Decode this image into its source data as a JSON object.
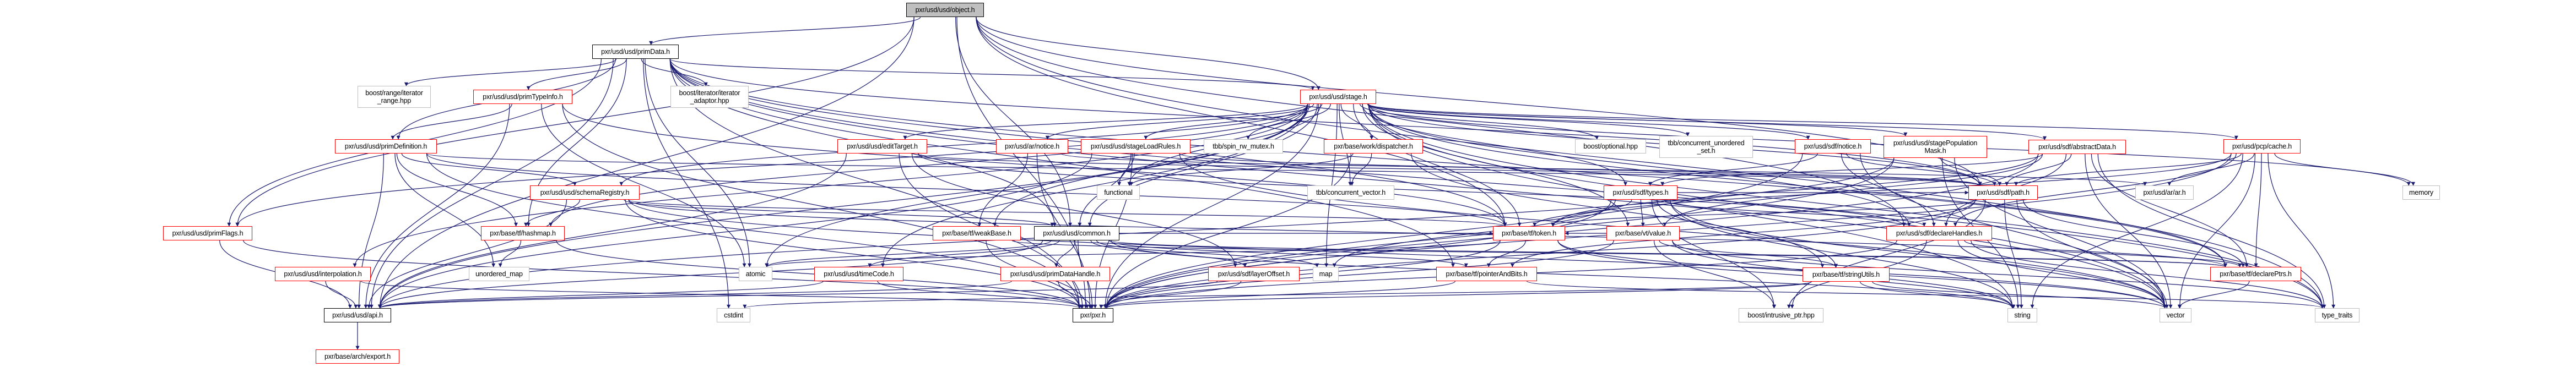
{
  "edge_color": "#191970",
  "colors": {
    "truncated_border": "#ff0000",
    "normal_border": "#000000",
    "external_border": "#bfbfbf",
    "root_fill": "#bfbfbf"
  },
  "nodes": [
    {
      "id": "object",
      "label": "pxr/usd/usd/object.h",
      "kind": "root"
    },
    {
      "id": "primData",
      "label": "pxr/usd/usd/primData.h",
      "kind": "normal"
    },
    {
      "id": "iterRange",
      "label": "boost/range/iterator\n_range.hpp",
      "kind": "external"
    },
    {
      "id": "primTypeInfo",
      "label": "pxr/usd/usd/primTypeInfo.h",
      "kind": "truncated"
    },
    {
      "id": "iterAdaptor",
      "label": "boost/iterator/iterator\n_adaptor.hpp",
      "kind": "external"
    },
    {
      "id": "stage",
      "label": "pxr/usd/usd/stage.h",
      "kind": "truncated"
    },
    {
      "id": "primDefinition",
      "label": "pxr/usd/usd/primDefinition.h",
      "kind": "truncated"
    },
    {
      "id": "editTarget",
      "label": "pxr/usd/usd/editTarget.h",
      "kind": "truncated"
    },
    {
      "id": "arNotice",
      "label": "pxr/usd/ar/notice.h",
      "kind": "truncated"
    },
    {
      "id": "stageLoadRules",
      "label": "pxr/usd/usd/stageLoadRules.h",
      "kind": "truncated"
    },
    {
      "id": "spinMutex",
      "label": "tbb/spin_rw_mutex.h",
      "kind": "external"
    },
    {
      "id": "dispatcher",
      "label": "pxr/base/work/dispatcher.h",
      "kind": "truncated"
    },
    {
      "id": "optional",
      "label": "boost/optional.hpp",
      "kind": "external"
    },
    {
      "id": "concUnorderedSet",
      "label": "tbb/concurrent_unordered\n_set.h",
      "kind": "external"
    },
    {
      "id": "sdfNotice",
      "label": "pxr/usd/sdf/notice.h",
      "kind": "truncated"
    },
    {
      "id": "popMask",
      "label": "pxr/usd/usd/stagePopulation\nMask.h",
      "kind": "truncated"
    },
    {
      "id": "abstractData",
      "label": "pxr/usd/sdf/abstractData.h",
      "kind": "truncated"
    },
    {
      "id": "pcpCache",
      "label": "pxr/usd/pcp/cache.h",
      "kind": "truncated"
    },
    {
      "id": "schemaRegistry",
      "label": "pxr/usd/usd/schemaRegistry.h",
      "kind": "truncated"
    },
    {
      "id": "functional",
      "label": "functional",
      "kind": "external"
    },
    {
      "id": "concVector",
      "label": "tbb/concurrent_vector.h",
      "kind": "external"
    },
    {
      "id": "types",
      "label": "pxr/usd/sdf/types.h",
      "kind": "truncated"
    },
    {
      "id": "path",
      "label": "pxr/usd/sdf/path.h",
      "kind": "truncated"
    },
    {
      "id": "arAr",
      "label": "pxr/usd/ar/ar.h",
      "kind": "external"
    },
    {
      "id": "memory",
      "label": "memory",
      "kind": "external"
    },
    {
      "id": "primFlags",
      "label": "pxr/usd/usd/primFlags.h",
      "kind": "truncated"
    },
    {
      "id": "hashmap",
      "label": "pxr/base/tf/hashmap.h",
      "kind": "truncated"
    },
    {
      "id": "weakBase",
      "label": "pxr/base/tf/weakBase.h",
      "kind": "truncated"
    },
    {
      "id": "common",
      "label": "pxr/usd/usd/common.h",
      "kind": "normal"
    },
    {
      "id": "token",
      "label": "pxr/base/tf/token.h",
      "kind": "truncated"
    },
    {
      "id": "value",
      "label": "pxr/base/vt/value.h",
      "kind": "truncated"
    },
    {
      "id": "declareHandles",
      "label": "pxr/usd/sdf/declareHandles.h",
      "kind": "truncated"
    },
    {
      "id": "interpolation",
      "label": "pxr/usd/usd/interpolation.h",
      "kind": "truncated"
    },
    {
      "id": "unorderedMap",
      "label": "unordered_map",
      "kind": "external"
    },
    {
      "id": "atomic",
      "label": "atomic",
      "kind": "external"
    },
    {
      "id": "timeCode",
      "label": "pxr/usd/usd/timeCode.h",
      "kind": "truncated"
    },
    {
      "id": "primDataHandle",
      "label": "pxr/usd/usd/primDataHandle.h",
      "kind": "truncated"
    },
    {
      "id": "layerOffset",
      "label": "pxr/usd/sdf/layerOffset.h",
      "kind": "truncated"
    },
    {
      "id": "map",
      "label": "map",
      "kind": "external"
    },
    {
      "id": "pointerAndBits",
      "label": "pxr/base/tf/pointerAndBits.h",
      "kind": "truncated"
    },
    {
      "id": "stringUtils",
      "label": "pxr/base/tf/stringUtils.h",
      "kind": "truncated"
    },
    {
      "id": "declarePtrs",
      "label": "pxr/base/tf/declarePtrs.h",
      "kind": "truncated"
    },
    {
      "id": "api",
      "label": "pxr/usd/usd/api.h",
      "kind": "normal"
    },
    {
      "id": "cstdint",
      "label": "cstdint",
      "kind": "external"
    },
    {
      "id": "pxr",
      "label": "pxr/pxr.h",
      "kind": "normal"
    },
    {
      "id": "intrusive",
      "label": "boost/intrusive_ptr.hpp",
      "kind": "external"
    },
    {
      "id": "string",
      "label": "string",
      "kind": "external"
    },
    {
      "id": "vector",
      "label": "vector",
      "kind": "external"
    },
    {
      "id": "typeTraits",
      "label": "type_traits",
      "kind": "external"
    },
    {
      "id": "export",
      "label": "pxr/base/arch/export.h",
      "kind": "truncated"
    }
  ],
  "edges": [
    [
      "object",
      "primData"
    ],
    [
      "object",
      "stage"
    ],
    [
      "object",
      "common"
    ],
    [
      "object",
      "pxr"
    ],
    [
      "object",
      "api"
    ],
    [
      "object",
      "primFlags"
    ],
    [
      "object",
      "path"
    ],
    [
      "object",
      "token"
    ],
    [
      "object",
      "typeTraits"
    ],
    [
      "object",
      "declareHandles"
    ],
    [
      "primData",
      "api"
    ],
    [
      "primData",
      "common"
    ],
    [
      "primData",
      "pxr"
    ],
    [
      "primData",
      "primFlags"
    ],
    [
      "primData",
      "primTypeInfo"
    ],
    [
      "primData",
      "primDefinition"
    ],
    [
      "primData",
      "iterRange"
    ],
    [
      "primData",
      "iterAdaptor"
    ],
    [
      "primData",
      "path"
    ],
    [
      "primData",
      "token"
    ],
    [
      "primData",
      "declarePtrs"
    ],
    [
      "primData",
      "pointerAndBits"
    ],
    [
      "primData",
      "atomic"
    ],
    [
      "primData",
      "cstdint"
    ],
    [
      "primData",
      "vector"
    ],
    [
      "primData",
      "typeTraits"
    ],
    [
      "primData",
      "hashmap"
    ],
    [
      "primData",
      "stage"
    ],
    [
      "primTypeInfo",
      "primDefinition"
    ],
    [
      "primTypeInfo",
      "api"
    ],
    [
      "primTypeInfo",
      "token"
    ],
    [
      "primTypeInfo",
      "pxr"
    ],
    [
      "primTypeInfo",
      "atomic"
    ],
    [
      "primDefinition",
      "api"
    ],
    [
      "primDefinition",
      "schemaRegistry"
    ],
    [
      "primDefinition",
      "hashmap"
    ],
    [
      "primDefinition",
      "unorderedMap"
    ],
    [
      "primDefinition",
      "pxr"
    ],
    [
      "primDefinition",
      "path"
    ],
    [
      "primDefinition",
      "token"
    ],
    [
      "schemaRegistry",
      "hashmap"
    ],
    [
      "schemaRegistry",
      "api"
    ],
    [
      "schemaRegistry",
      "pxr"
    ],
    [
      "schemaRegistry",
      "common"
    ],
    [
      "schemaRegistry",
      "token"
    ],
    [
      "schemaRegistry",
      "declarePtrs"
    ],
    [
      "schemaRegistry",
      "vector"
    ],
    [
      "hashmap",
      "unorderedMap"
    ],
    [
      "hashmap",
      "pxr"
    ],
    [
      "primFlags",
      "api"
    ],
    [
      "primFlags",
      "pxr"
    ],
    [
      "interpolation",
      "api"
    ],
    [
      "interpolation",
      "pxr"
    ],
    [
      "stage",
      "api"
    ],
    [
      "stage",
      "common"
    ],
    [
      "stage",
      "editTarget"
    ],
    [
      "stage",
      "interpolation"
    ],
    [
      "stage",
      "schemaRegistry"
    ],
    [
      "stage",
      "primFlags"
    ],
    [
      "stage",
      "stageLoadRules"
    ],
    [
      "stage",
      "spinMutex"
    ],
    [
      "stage",
      "dispatcher"
    ],
    [
      "stage",
      "functional"
    ],
    [
      "stage",
      "concVector"
    ],
    [
      "stage",
      "optional"
    ],
    [
      "stage",
      "concUnorderedSet"
    ],
    [
      "stage",
      "sdfNotice"
    ],
    [
      "stage",
      "popMask"
    ],
    [
      "stage",
      "abstractData"
    ],
    [
      "stage",
      "pcpCache"
    ],
    [
      "stage",
      "types"
    ],
    [
      "stage",
      "path"
    ],
    [
      "stage",
      "value"
    ],
    [
      "stage",
      "declareHandles"
    ],
    [
      "stage",
      "token"
    ],
    [
      "stage",
      "weakBase"
    ],
    [
      "stage",
      "timeCode"
    ],
    [
      "stage",
      "arNotice"
    ],
    [
      "stage",
      "declarePtrs"
    ],
    [
      "stage",
      "hashmap"
    ],
    [
      "stage",
      "map"
    ],
    [
      "stage",
      "memory"
    ],
    [
      "stage",
      "string"
    ],
    [
      "stage",
      "vector"
    ],
    [
      "stage",
      "typeTraits"
    ],
    [
      "stage",
      "pxr"
    ],
    [
      "stage",
      "atomic"
    ],
    [
      "editTarget",
      "api"
    ],
    [
      "editTarget",
      "pxr"
    ],
    [
      "editTarget",
      "path"
    ],
    [
      "editTarget",
      "layerOffset"
    ],
    [
      "editTarget",
      "declareHandles"
    ],
    [
      "arNotice",
      "arAr"
    ],
    [
      "arNotice",
      "pxr"
    ],
    [
      "arNotice",
      "weakBase"
    ],
    [
      "stageLoadRules",
      "api"
    ],
    [
      "stageLoadRules",
      "common"
    ],
    [
      "stageLoadRules",
      "path"
    ],
    [
      "stageLoadRules",
      "pxr"
    ],
    [
      "stageLoadRules",
      "functional"
    ],
    [
      "stageLoadRules",
      "vector"
    ],
    [
      "dispatcher",
      "pxr"
    ],
    [
      "dispatcher",
      "functional"
    ],
    [
      "dispatcher",
      "concVector"
    ],
    [
      "dispatcher",
      "stringUtils"
    ],
    [
      "common",
      "api"
    ],
    [
      "common",
      "pxr"
    ],
    [
      "common",
      "timeCode"
    ],
    [
      "common",
      "primDataHandle"
    ],
    [
      "common",
      "layerOffset"
    ],
    [
      "common",
      "map"
    ],
    [
      "common",
      "pointerAndBits"
    ],
    [
      "common",
      "token"
    ],
    [
      "common",
      "declarePtrs"
    ],
    [
      "common",
      "atomic"
    ],
    [
      "common",
      "string"
    ],
    [
      "weakBase",
      "pxr"
    ],
    [
      "weakBase",
      "declarePtrs"
    ],
    [
      "timeCode",
      "api"
    ],
    [
      "timeCode",
      "pxr"
    ],
    [
      "primDataHandle",
      "pxr"
    ],
    [
      "primDataHandle",
      "api"
    ],
    [
      "layerOffset",
      "pxr"
    ],
    [
      "layerOffset",
      "api"
    ],
    [
      "token",
      "pointerAndBits"
    ],
    [
      "token",
      "pxr"
    ],
    [
      "token",
      "string"
    ],
    [
      "token",
      "vector"
    ],
    [
      "token",
      "atomic"
    ],
    [
      "pointerAndBits",
      "pxr"
    ],
    [
      "pointerAndBits",
      "typeTraits"
    ],
    [
      "types",
      "token"
    ],
    [
      "types",
      "value"
    ],
    [
      "types",
      "declareHandles"
    ],
    [
      "types",
      "path"
    ],
    [
      "types",
      "pxr"
    ],
    [
      "types",
      "vector"
    ],
    [
      "types",
      "map"
    ],
    [
      "types",
      "string"
    ],
    [
      "types",
      "stringUtils"
    ],
    [
      "types",
      "intrusive"
    ],
    [
      "value",
      "pxr"
    ],
    [
      "value",
      "token"
    ],
    [
      "value",
      "stringUtils"
    ],
    [
      "value",
      "intrusive"
    ],
    [
      "value",
      "typeTraits"
    ],
    [
      "value",
      "string"
    ],
    [
      "declareHandles",
      "declarePtrs"
    ],
    [
      "declareHandles",
      "intrusive"
    ],
    [
      "declareHandles",
      "pxr"
    ],
    [
      "declareHandles",
      "vector"
    ],
    [
      "declareHandles",
      "typeTraits"
    ],
    [
      "stringUtils",
      "pxr"
    ],
    [
      "stringUtils",
      "string"
    ],
    [
      "stringUtils",
      "vector"
    ],
    [
      "stringUtils",
      "cstdint"
    ],
    [
      "path",
      "token"
    ],
    [
      "path",
      "declarePtrs"
    ],
    [
      "path",
      "pointerAndBits"
    ],
    [
      "path",
      "string"
    ],
    [
      "path",
      "vector"
    ],
    [
      "path",
      "intrusive"
    ],
    [
      "path",
      "pxr"
    ],
    [
      "sdfNotice",
      "declareHandles"
    ],
    [
      "sdfNotice",
      "path"
    ],
    [
      "sdfNotice",
      "pxr"
    ],
    [
      "sdfNotice",
      "vector"
    ],
    [
      "sdfNotice",
      "types"
    ],
    [
      "popMask",
      "path"
    ],
    [
      "popMask",
      "pxr"
    ],
    [
      "popMask",
      "api"
    ],
    [
      "popMask",
      "vector"
    ],
    [
      "popMask",
      "string"
    ],
    [
      "abstractData",
      "path"
    ],
    [
      "abstractData",
      "types"
    ],
    [
      "abstractData",
      "token"
    ],
    [
      "abstractData",
      "value"
    ],
    [
      "abstractData",
      "declarePtrs"
    ],
    [
      "abstractData",
      "pxr"
    ],
    [
      "abstractData",
      "vector"
    ],
    [
      "abstractData",
      "typeTraits"
    ],
    [
      "abstractData",
      "declareHandles"
    ],
    [
      "pcpCache",
      "arAr"
    ],
    [
      "pcpCache",
      "declarePtrs"
    ],
    [
      "pcpCache",
      "path"
    ],
    [
      "pcpCache",
      "declareHandles"
    ],
    [
      "pcpCache",
      "memory"
    ],
    [
      "pcpCache",
      "vector"
    ],
    [
      "pcpCache",
      "typeTraits"
    ],
    [
      "pcpCache",
      "string"
    ],
    [
      "pcpCache",
      "pxr"
    ],
    [
      "pcpCache",
      "token"
    ],
    [
      "declarePtrs",
      "vector"
    ],
    [
      "api",
      "export"
    ]
  ]
}
